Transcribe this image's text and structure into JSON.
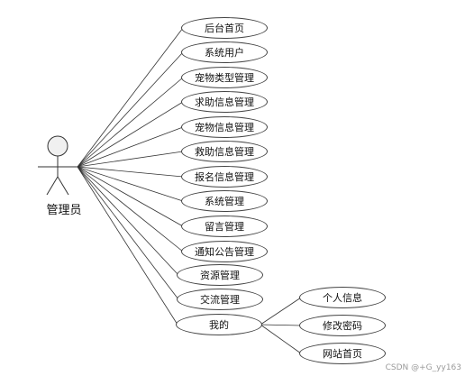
{
  "actor": {
    "label": "管理员"
  },
  "use_cases": [
    {
      "id": "home-admin",
      "label": "后台首页"
    },
    {
      "id": "system-user",
      "label": "系统用户"
    },
    {
      "id": "pet-type-mgmt",
      "label": "宠物类型管理"
    },
    {
      "id": "help-info-mgmt",
      "label": "求助信息管理"
    },
    {
      "id": "pet-info-mgmt",
      "label": "宠物信息管理"
    },
    {
      "id": "rescue-info-mgmt",
      "label": "救助信息管理"
    },
    {
      "id": "signup-info-mgmt",
      "label": "报名信息管理"
    },
    {
      "id": "system-mgmt",
      "label": "系统管理"
    },
    {
      "id": "message-mgmt",
      "label": "留言管理"
    },
    {
      "id": "notice-mgmt",
      "label": "通知公告管理"
    },
    {
      "id": "resource-mgmt",
      "label": "资源管理"
    },
    {
      "id": "exchange-mgmt",
      "label": "交流管理"
    },
    {
      "id": "mine",
      "label": "我的"
    }
  ],
  "sub_use_cases": [
    {
      "id": "personal-info",
      "label": "个人信息"
    },
    {
      "id": "change-password",
      "label": "修改密码"
    },
    {
      "id": "site-home",
      "label": "网站首页"
    }
  ],
  "watermark": "CSDN @+G_yy163"
}
